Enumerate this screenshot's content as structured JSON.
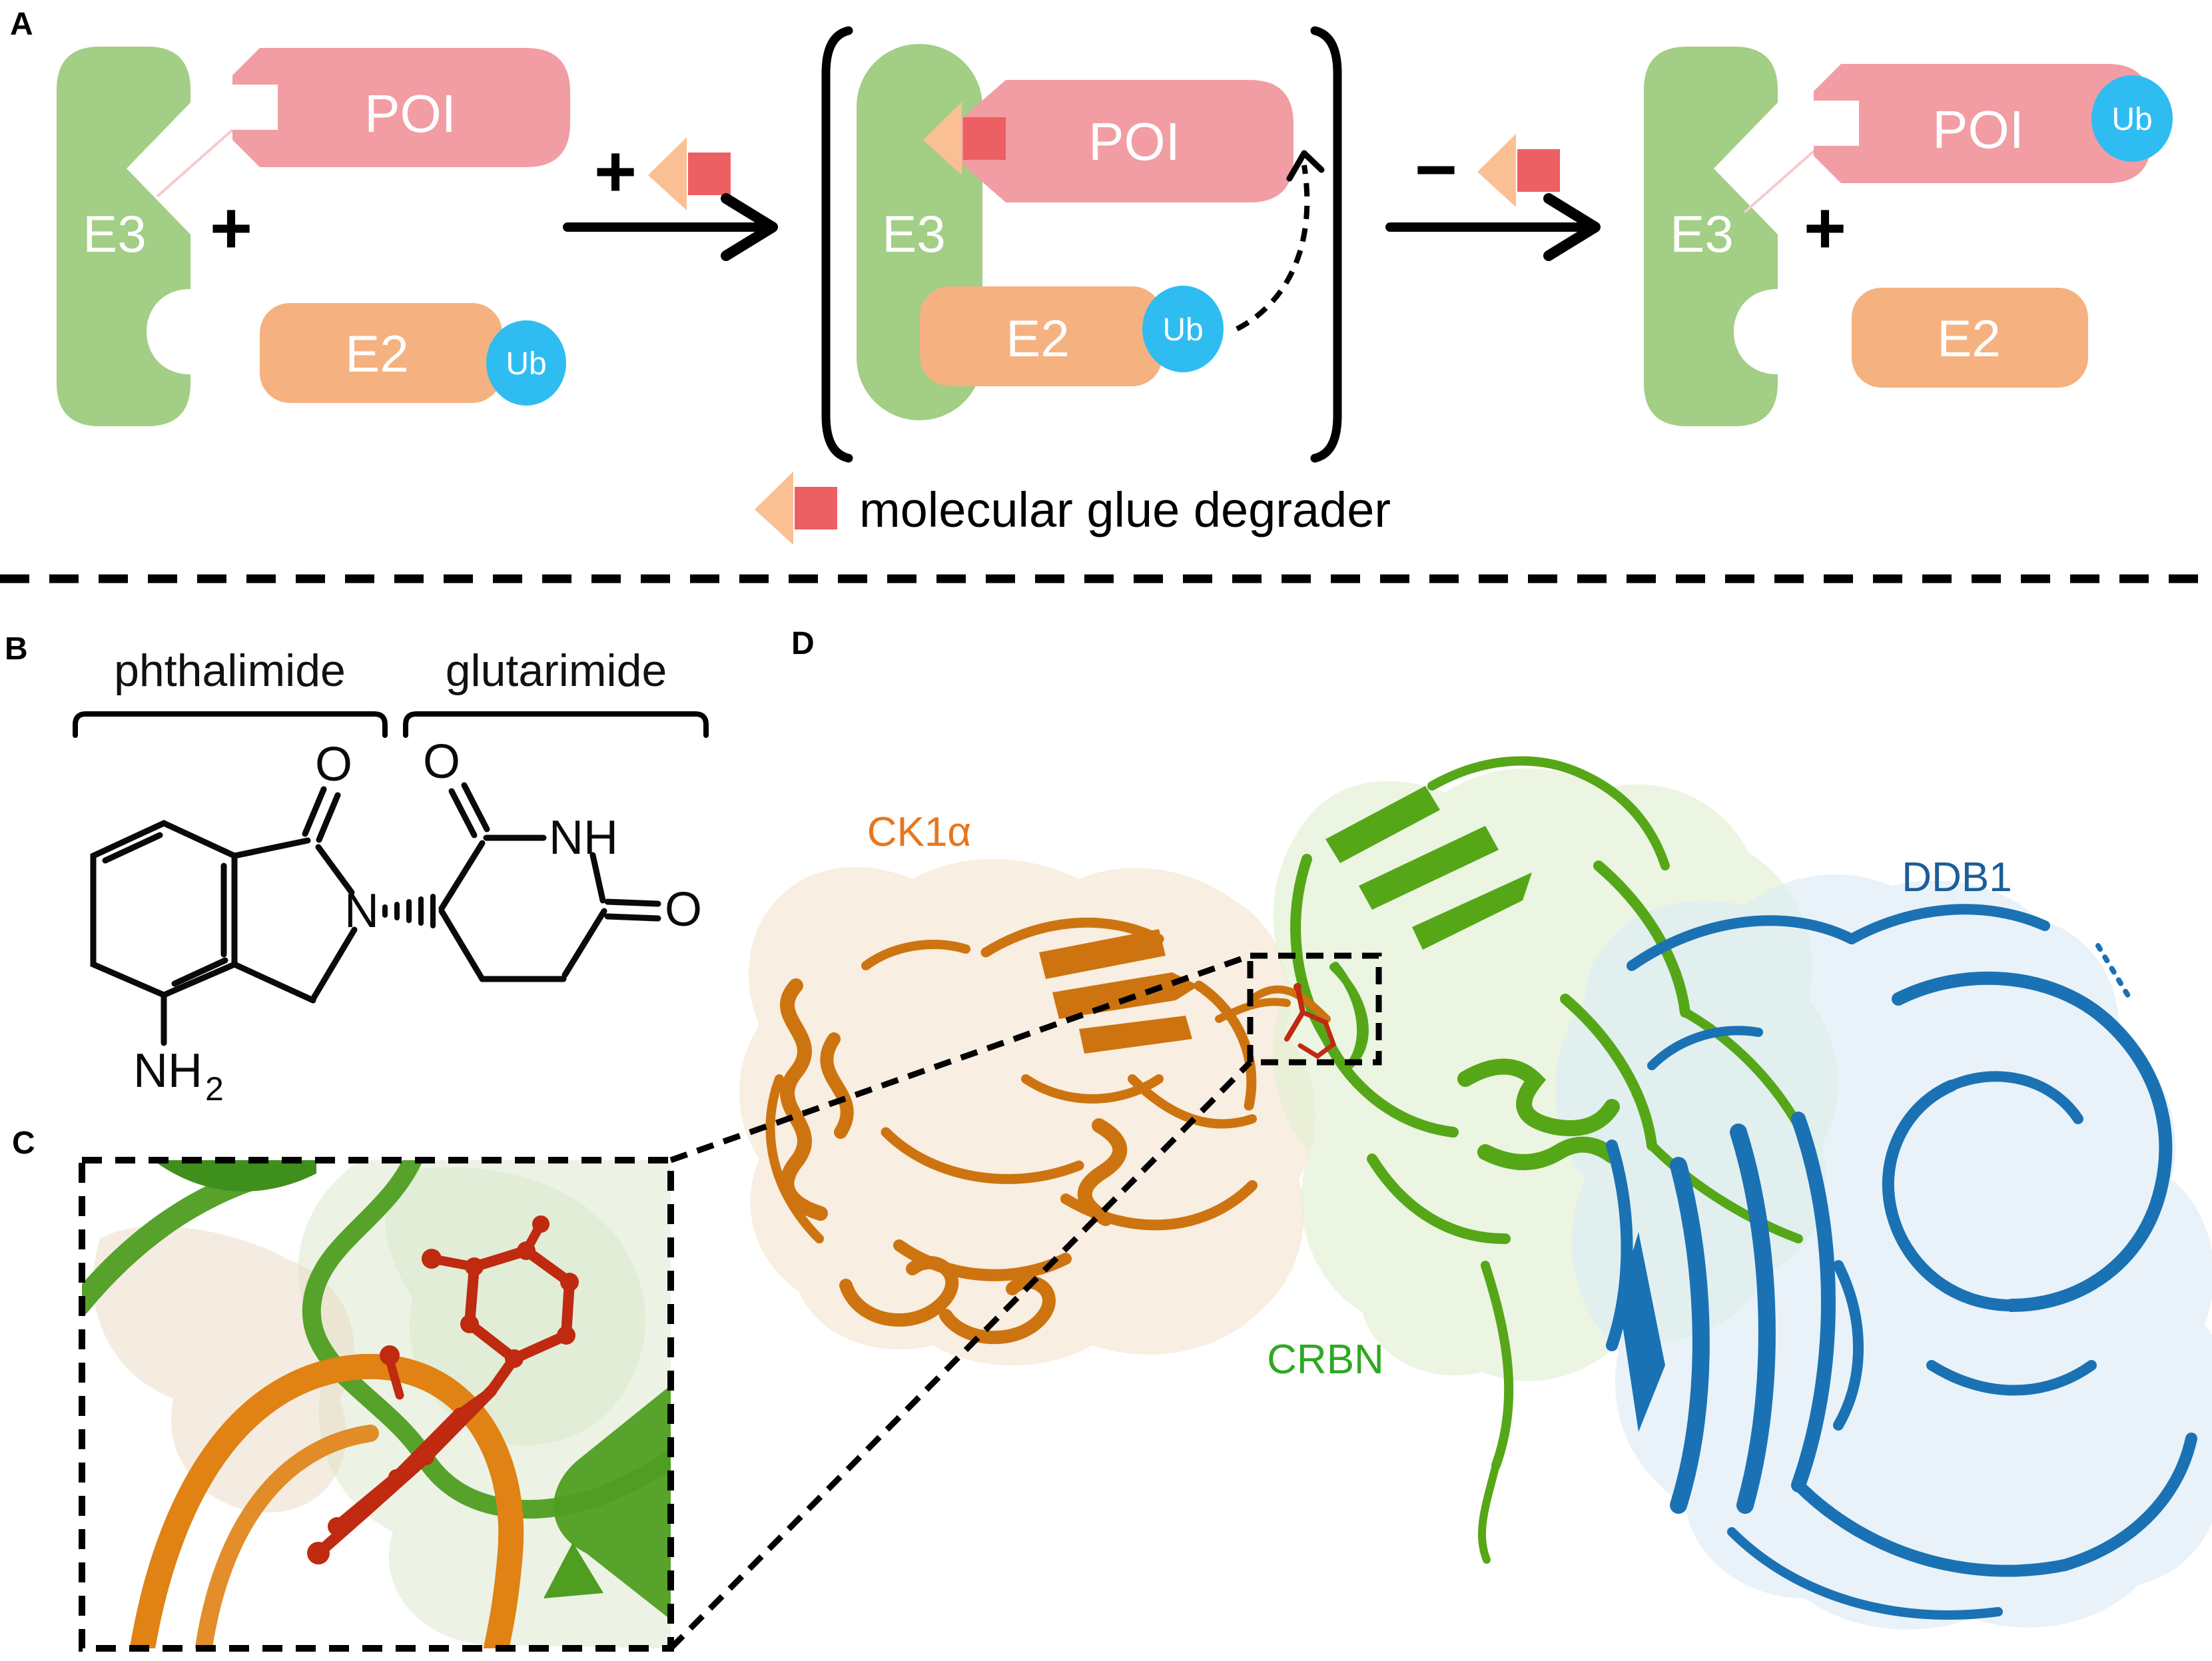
{
  "figure": {
    "panel_a": {
      "label": "A",
      "e3_label": "E3",
      "poi_label": "POI",
      "e2_label": "E2",
      "ub_label": "Ub",
      "plus": "+",
      "minus": "−",
      "legend_label": "molecular glue degrader"
    },
    "panel_b": {
      "label": "B",
      "phthalimide_label": "phthalimide",
      "glutarimide_label": "glutarimide",
      "atom_o": "O",
      "atom_n": "N",
      "atom_nh": "NH",
      "atom_nh2_base": "NH",
      "atom_nh2_sub": "2"
    },
    "panel_c": {
      "label": "C"
    },
    "panel_d": {
      "label": "D",
      "ck1a_label": "CK1α",
      "crbn_label": "CRBN",
      "ddb1_label": "DDB1"
    }
  },
  "colors": {
    "e3_green": "#a2ce85",
    "poi_pink": "#f19da3",
    "e2_orange": "#f5b17f",
    "ub_blue": "#2fbdf1",
    "glue_triangle_peach": "#fac094",
    "glue_square_red": "#ec5f63",
    "ck1a_orange": "#cd7410",
    "ck1a_label_orange": "#e8761c",
    "crbn_green": "#55a718",
    "crbn_label_green": "#2fa823",
    "ddb1_blue": "#1a72b4",
    "ddb1_label_blue": "#1b5e99",
    "ligand_red": "#bf2a10",
    "ck1a_surface": "#f3e2cd",
    "crbn_surface": "#e2efd3",
    "ddb1_surface": "#ddebf6"
  }
}
